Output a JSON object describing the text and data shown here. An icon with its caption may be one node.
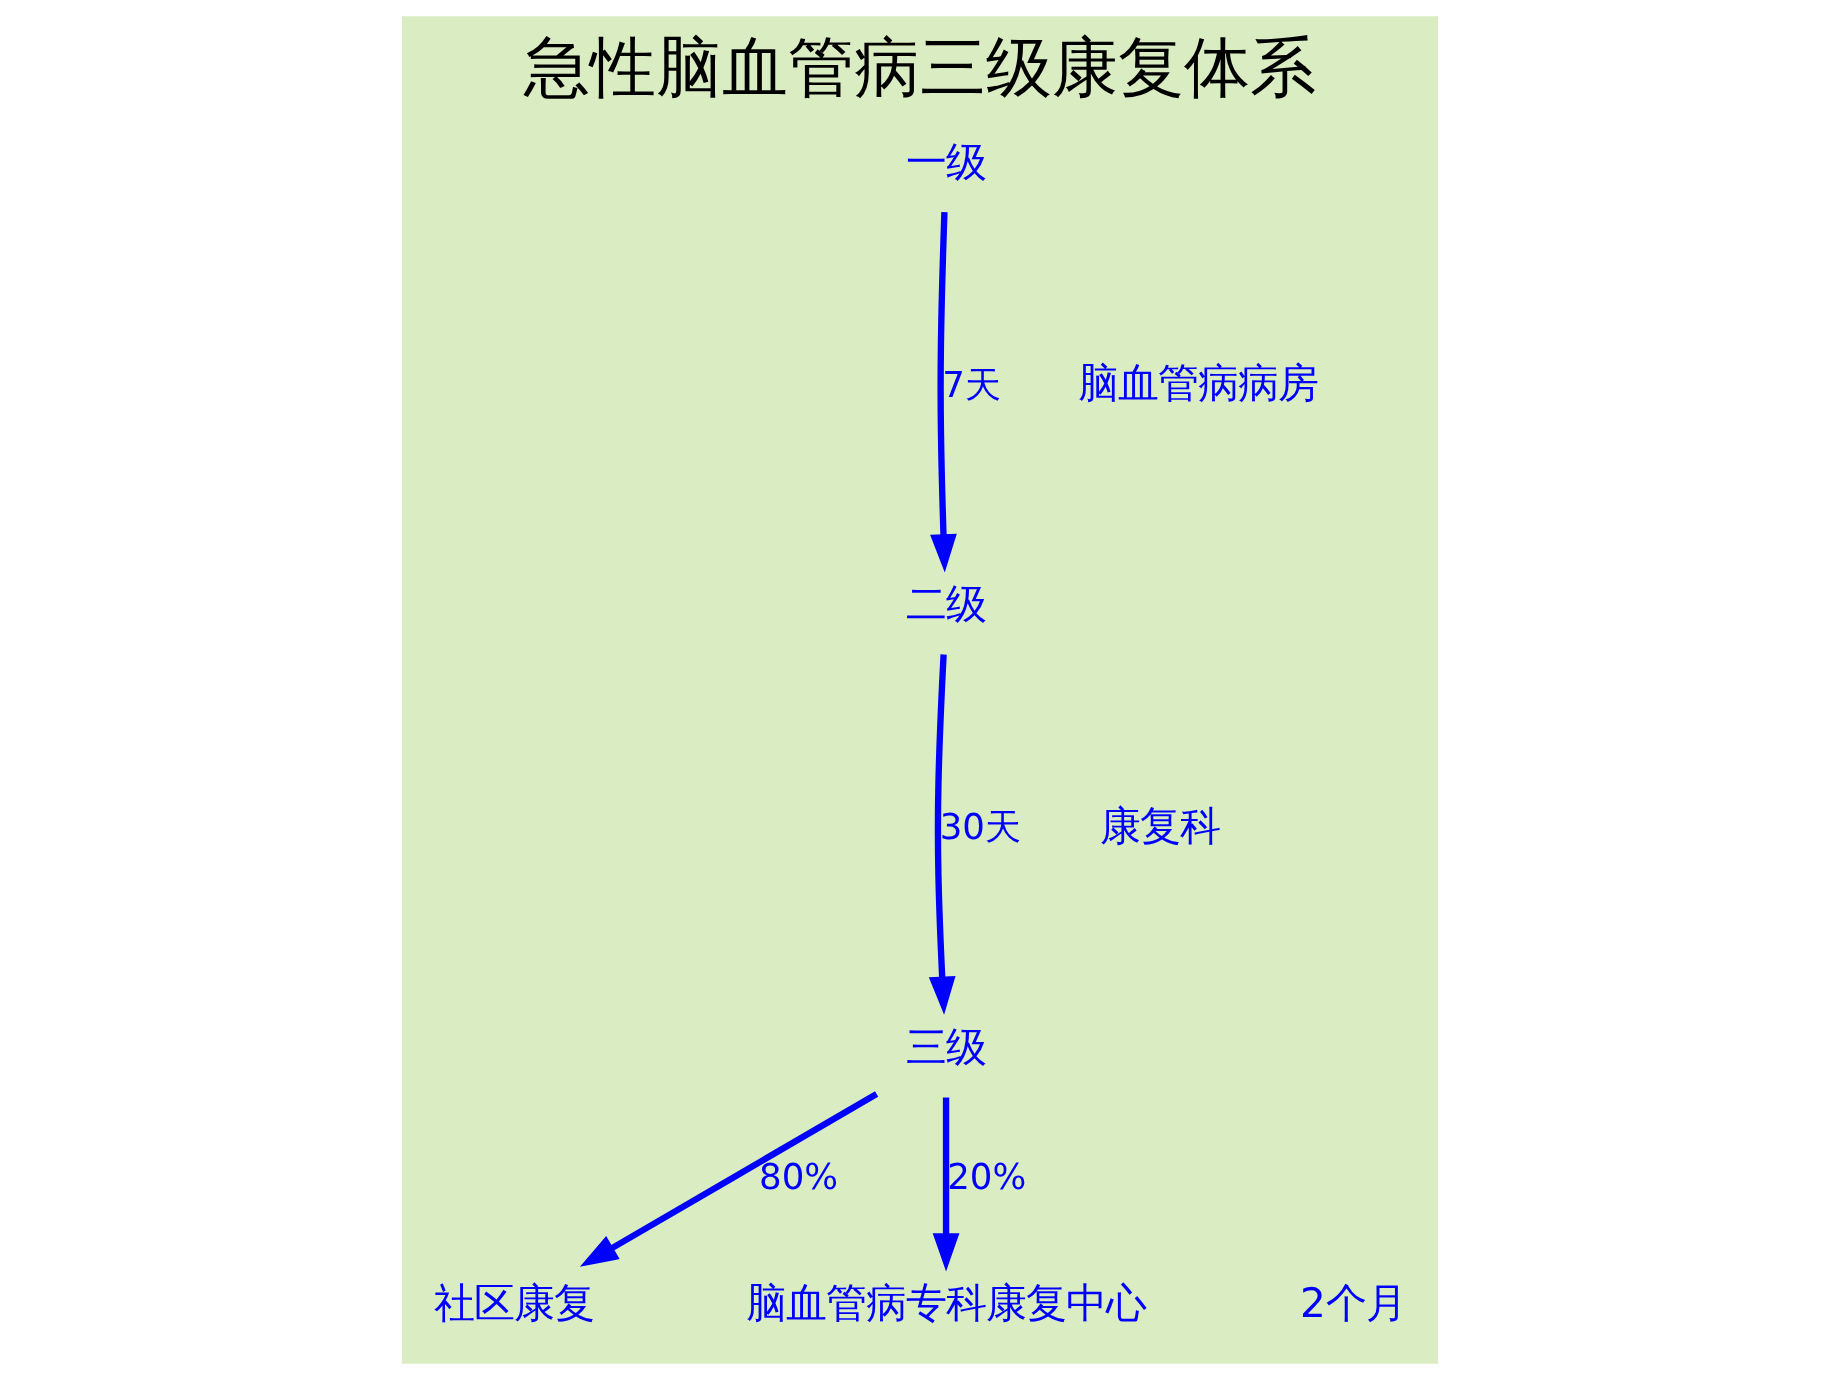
{
  "diagram": {
    "title": "急性脑血管病三级康复体系",
    "nodes": [
      {
        "text": [
          "一级"
        ]
      },
      {
        "text": [
          "二级"
        ]
      },
      {
        "text": [
          "三级"
        ]
      },
      {
        "text": [
          "社区康复"
        ]
      },
      {
        "text": [
          "脑血管病专科康复中心"
        ]
      }
    ],
    "edges": [
      {
        "from": 0,
        "to": 1,
        "arrow": "to",
        "label": "7天"
      },
      {
        "from": 1,
        "to": 2,
        "arrow": "to",
        "label": "30天"
      },
      {
        "from": 2,
        "to": 3,
        "arrow": "to",
        "label": "80%"
      },
      {
        "from": 2,
        "to": 4,
        "arrow": "to",
        "label": "20%"
      }
    ],
    "labels": [
      "脑血管病病房",
      "康复科",
      "2个月"
    ]
  }
}
